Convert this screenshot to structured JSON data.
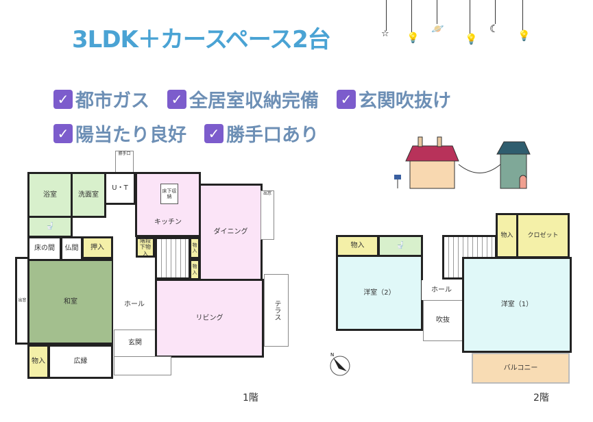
{
  "title": "3LDK＋カースペース2台",
  "features": [
    "都市ガス",
    "全居室収納完備",
    "玄関吹抜け",
    "陽当たり良好",
    "勝手口あり"
  ],
  "check_icon": "checkbox-checked-icon",
  "colors": {
    "title": "#4aa3d4",
    "check": "#7c5ccc",
    "feature_text": "#6d8fb5"
  },
  "floor1": {
    "label": "1階",
    "rooms": {
      "bath": "浴室",
      "washroom": "洗面室",
      "ut": "U・T",
      "back_door": "勝手口",
      "kitchen": "キッチン",
      "underfloor": "床下収納",
      "dining": "ダイニング",
      "tokonoma": "床の間",
      "butsuma": "仏間",
      "oshiire": "押入",
      "washitsu": "和室",
      "storage_under_stairs": "階段下物入",
      "storage": "物入",
      "hall": "ホール",
      "living": "リビング",
      "terrace": "テラス",
      "genkan": "玄関",
      "hiroen": "広縁",
      "bay_window": "出窓"
    }
  },
  "floor2": {
    "label": "2階",
    "rooms": {
      "storage": "物入",
      "western2": "洋室（2）",
      "hall": "ホール",
      "fukinuke": "吹抜",
      "closet": "クロゼット",
      "western1": "洋室（1）",
      "balcony": "バルコニー"
    }
  }
}
